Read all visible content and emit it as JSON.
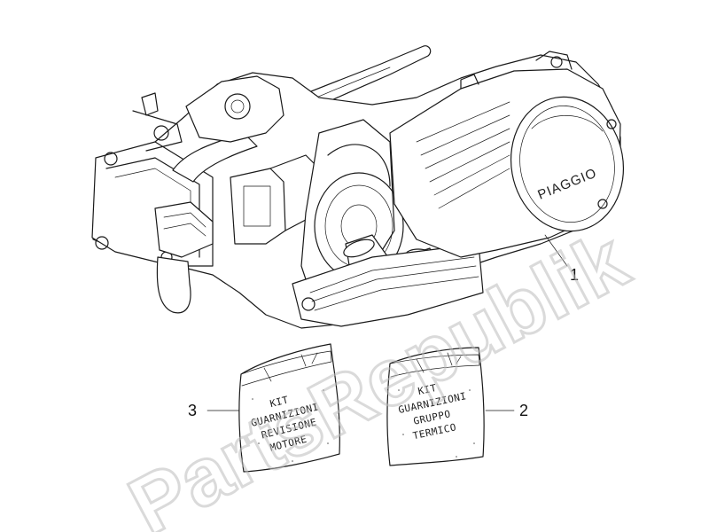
{
  "watermark": "PartsRepublik",
  "engine": {
    "brand_text": "PIAGGIO"
  },
  "callouts": [
    {
      "number": "1"
    },
    {
      "number": "2"
    },
    {
      "number": "3"
    }
  ],
  "kits": [
    {
      "lines": [
        "KIT",
        "GUARNIZIONI",
        "GRUPPO",
        "TERMICO"
      ]
    },
    {
      "lines": [
        "KIT",
        "GUARNIZIONI",
        "REVISIONE",
        "MOTORE"
      ]
    }
  ]
}
